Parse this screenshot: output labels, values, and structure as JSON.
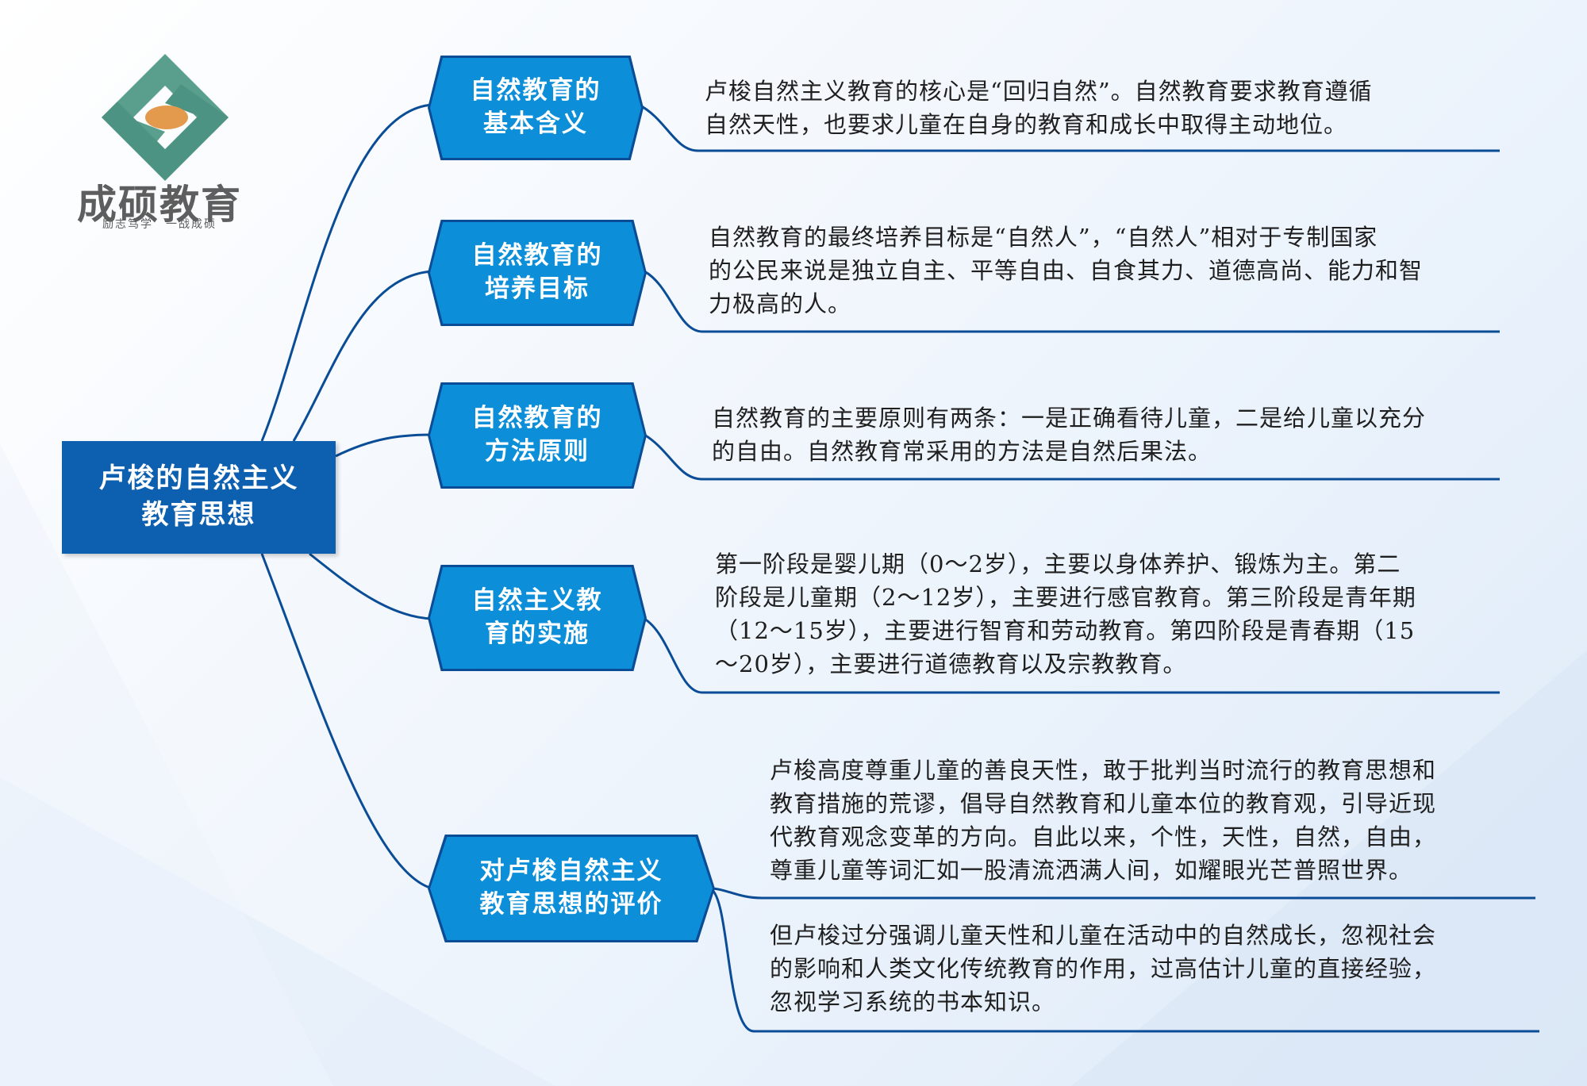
{
  "brand": {
    "name": "成硕教育",
    "slogan": "励志笃学　一战成硕"
  },
  "colors": {
    "root_fill": "#0d5fb0",
    "branch_fill": "#0c8ed8",
    "connector": "#0a4d96",
    "logo_teal": "#5a9e8e",
    "logo_orange": "#e49a4c"
  },
  "mindmap": {
    "root": "卢梭的自然主义教育思想",
    "root_lines": [
      "卢梭的自然主义",
      "教育思想"
    ],
    "branches": [
      {
        "lines": [
          "自然教育的",
          "基本含义"
        ],
        "text": [
          "卢梭自然主义教育的核心是“回归自然”。自然教育要求教育遵循",
          "自然天性，也要求儿童在自身的教育和成长中取得主动地位。"
        ]
      },
      {
        "lines": [
          "自然教育的",
          "培养目标"
        ],
        "text": [
          "自然教育的最终培养目标是“自然人”，“自然人”相对于专制国家",
          "的公民来说是独立自主、平等自由、自食其力、道德高尚、能力和智",
          "力极高的人。"
        ]
      },
      {
        "lines": [
          "自然教育的",
          "方法原则"
        ],
        "text": [
          "自然教育的主要原则有两条：一是正确看待儿童，二是给儿童以充分",
          "的自由。自然教育常采用的方法是自然后果法。"
        ]
      },
      {
        "lines": [
          "自然主义教",
          "育的实施"
        ],
        "text": [
          "第一阶段是婴儿期（0～2岁），主要以身体养护、锻炼为主。第二",
          "阶段是儿童期（2～12岁），主要进行感官教育。第三阶段是青年期",
          "（12～15岁），主要进行智育和劳动教育。第四阶段是青春期（15",
          "～20岁），主要进行道德教育以及宗教教育。"
        ]
      },
      {
        "lines": [
          "对卢梭自然主义",
          "教育思想的评价"
        ],
        "text_positive": [
          "卢梭高度尊重儿童的善良天性，敢于批判当时流行的教育思想和",
          "教育措施的荒谬，倡导自然教育和儿童本位的教育观，引导近现",
          "代教育观念变革的方向。自此以来，个性，天性，自然，自由，",
          "尊重儿童等词汇如一股清流洒满人间，如耀眼光芒普照世界。"
        ],
        "text_negative": [
          "但卢梭过分强调儿童天性和儿童在活动中的自然成长，忽视社会",
          "的影响和人类文化传统教育的作用，过高估计儿童的直接经验，",
          "忽视学习系统的书本知识。"
        ]
      }
    ]
  }
}
